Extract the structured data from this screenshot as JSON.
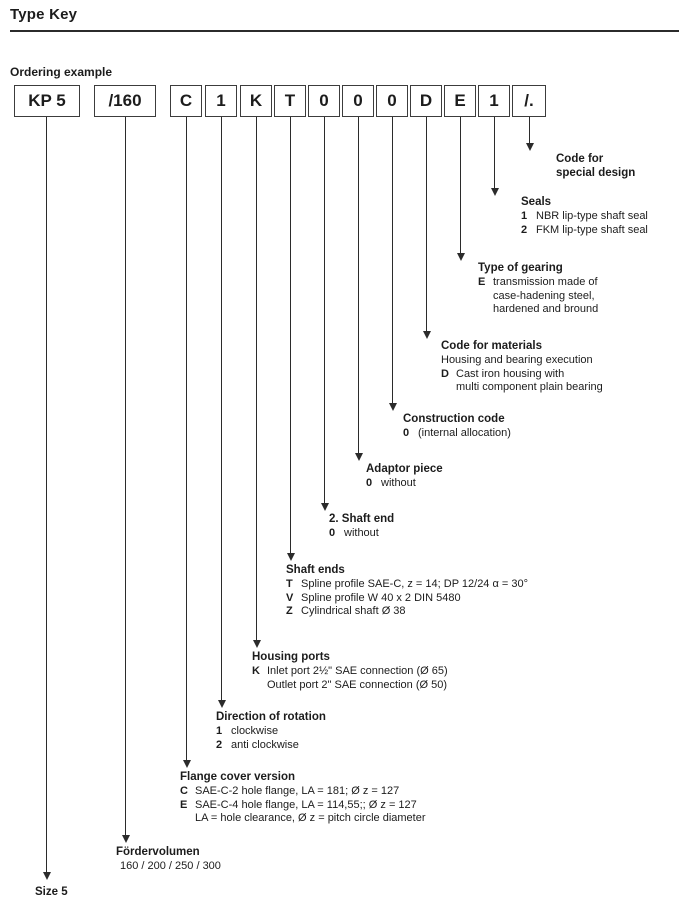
{
  "page": {
    "title": "Type Key",
    "ordering_example": "Ordering example"
  },
  "boxes": {
    "b0": "KP 5",
    "b1": "/160",
    "b2": "C",
    "b3": "1",
    "b4": "K",
    "b5": "T",
    "b6": "0",
    "b7": "0",
    "b8": "0",
    "b9": "D",
    "b10": "E",
    "b11": "1",
    "b12": "/."
  },
  "legend": {
    "special_design": {
      "heading": "Code for\nspecial design"
    },
    "seals": {
      "heading": "Seals",
      "item1_key": "1",
      "item1_text": "NBR lip-type shaft seal",
      "item2_key": "2",
      "item2_text": "FKM lip-type shaft seal"
    },
    "gearing": {
      "heading": "Type of gearing",
      "item1_key": "E",
      "item1_text": "transmission made of",
      "cont1": "case-hadening steel,",
      "cont2": "hardened and bround"
    },
    "materials": {
      "heading": "Code for materials",
      "subheading": "Housing and bearing execution",
      "item1_key": "D",
      "item1_text": "Cast iron housing with",
      "cont1": "multi component plain bearing"
    },
    "construction": {
      "heading": "Construction code",
      "item1_key": "0",
      "item1_text": "(internal allocation)"
    },
    "adaptor": {
      "heading": "Adaptor piece",
      "item1_key": "0",
      "item1_text": "without"
    },
    "shaft_end_2": {
      "heading": "2. Shaft end",
      "item1_key": "0",
      "item1_text": "without"
    },
    "shaft_ends": {
      "heading": "Shaft ends",
      "item1_key": "T",
      "item1_text": "Spline profile SAE-C, z = 14; DP 12/24 α = 30°",
      "item2_key": "V",
      "item2_text": "Spline profile W 40 x 2 DIN 5480",
      "item3_key": "Z",
      "item3_text": "Cylindrical shaft Ø 38"
    },
    "housing_ports": {
      "heading": "Housing ports",
      "item1_key": "K",
      "item1_text": "Inlet port 2½\" SAE connection (Ø 65)",
      "cont1": "Outlet port 2\" SAE connection (Ø 50)"
    },
    "rotation": {
      "heading": "Direction of rotation",
      "item1_key": "1",
      "item1_text": "clockwise",
      "item2_key": "2",
      "item2_text": "anti clockwise"
    },
    "flange": {
      "heading": "Flange cover version",
      "item1_key": "C",
      "item1_text": "SAE-C-2 hole flange, LA = 181; Ø z = 127",
      "item2_key": "E",
      "item2_text": "SAE-C-4 hole flange, LA = 114,55;; Ø z = 127",
      "note": "LA = hole clearance, Ø z = pitch circle diameter"
    },
    "foerdervolumen": {
      "heading": "Fördervolumen",
      "values": "160 / 200 / 250 / 300"
    },
    "size": {
      "heading": "Size 5"
    }
  }
}
